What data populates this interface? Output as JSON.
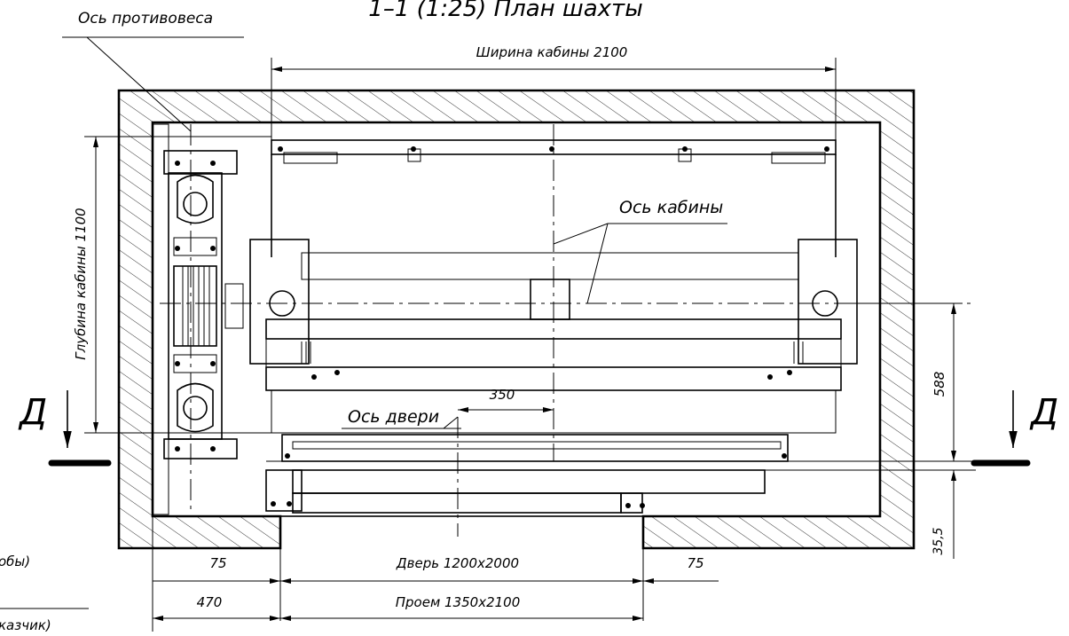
{
  "title": "1–1  (1:25) План шахты",
  "labels": {
    "counterweight_axis": "Ось противовеса",
    "cabin_axis": "Ось кабины",
    "door_axis": "Ось двери",
    "cabin_width": "Ширина кабины 2100",
    "cabin_depth": "Глубина кабины 1100",
    "door": "Дверь 1200х2000",
    "opening": "Проем 1350х2100",
    "dim_350": "350",
    "dim_588": "588",
    "dim_35_5": "35,5",
    "dim_75_left": "75",
    "dim_75_right": "75",
    "dim_470": "470",
    "section_left": "Д",
    "section_right": "Д",
    "cut_left_1": "обы)",
    "cut_left_2": "казчик)"
  }
}
